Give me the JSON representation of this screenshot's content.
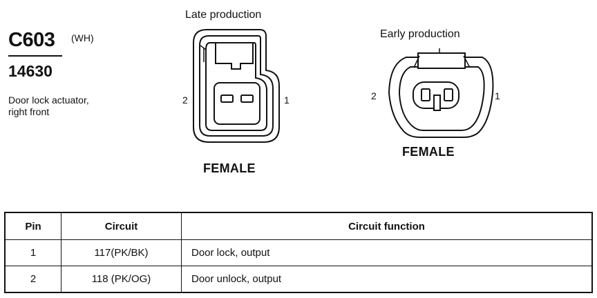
{
  "connector": {
    "id": "C603",
    "color": "(WH)",
    "part_number": "14630",
    "description_lines": [
      "Door lock actuator,",
      "right front"
    ]
  },
  "views": [
    {
      "title": "Late production",
      "gender": "FEMALE",
      "pin_left": "2",
      "pin_right": "1"
    },
    {
      "title": "Early production",
      "gender": "FEMALE",
      "pin_left": "2",
      "pin_right": "1"
    }
  ],
  "table": {
    "headers": [
      "Pin",
      "Circuit",
      "Circuit function"
    ],
    "rows": [
      {
        "pin": "1",
        "circuit": "117(PK/BK)",
        "function": "Door lock, output"
      },
      {
        "pin": "2",
        "circuit": "118 (PK/OG)",
        "function": "Door unlock, output"
      }
    ]
  }
}
